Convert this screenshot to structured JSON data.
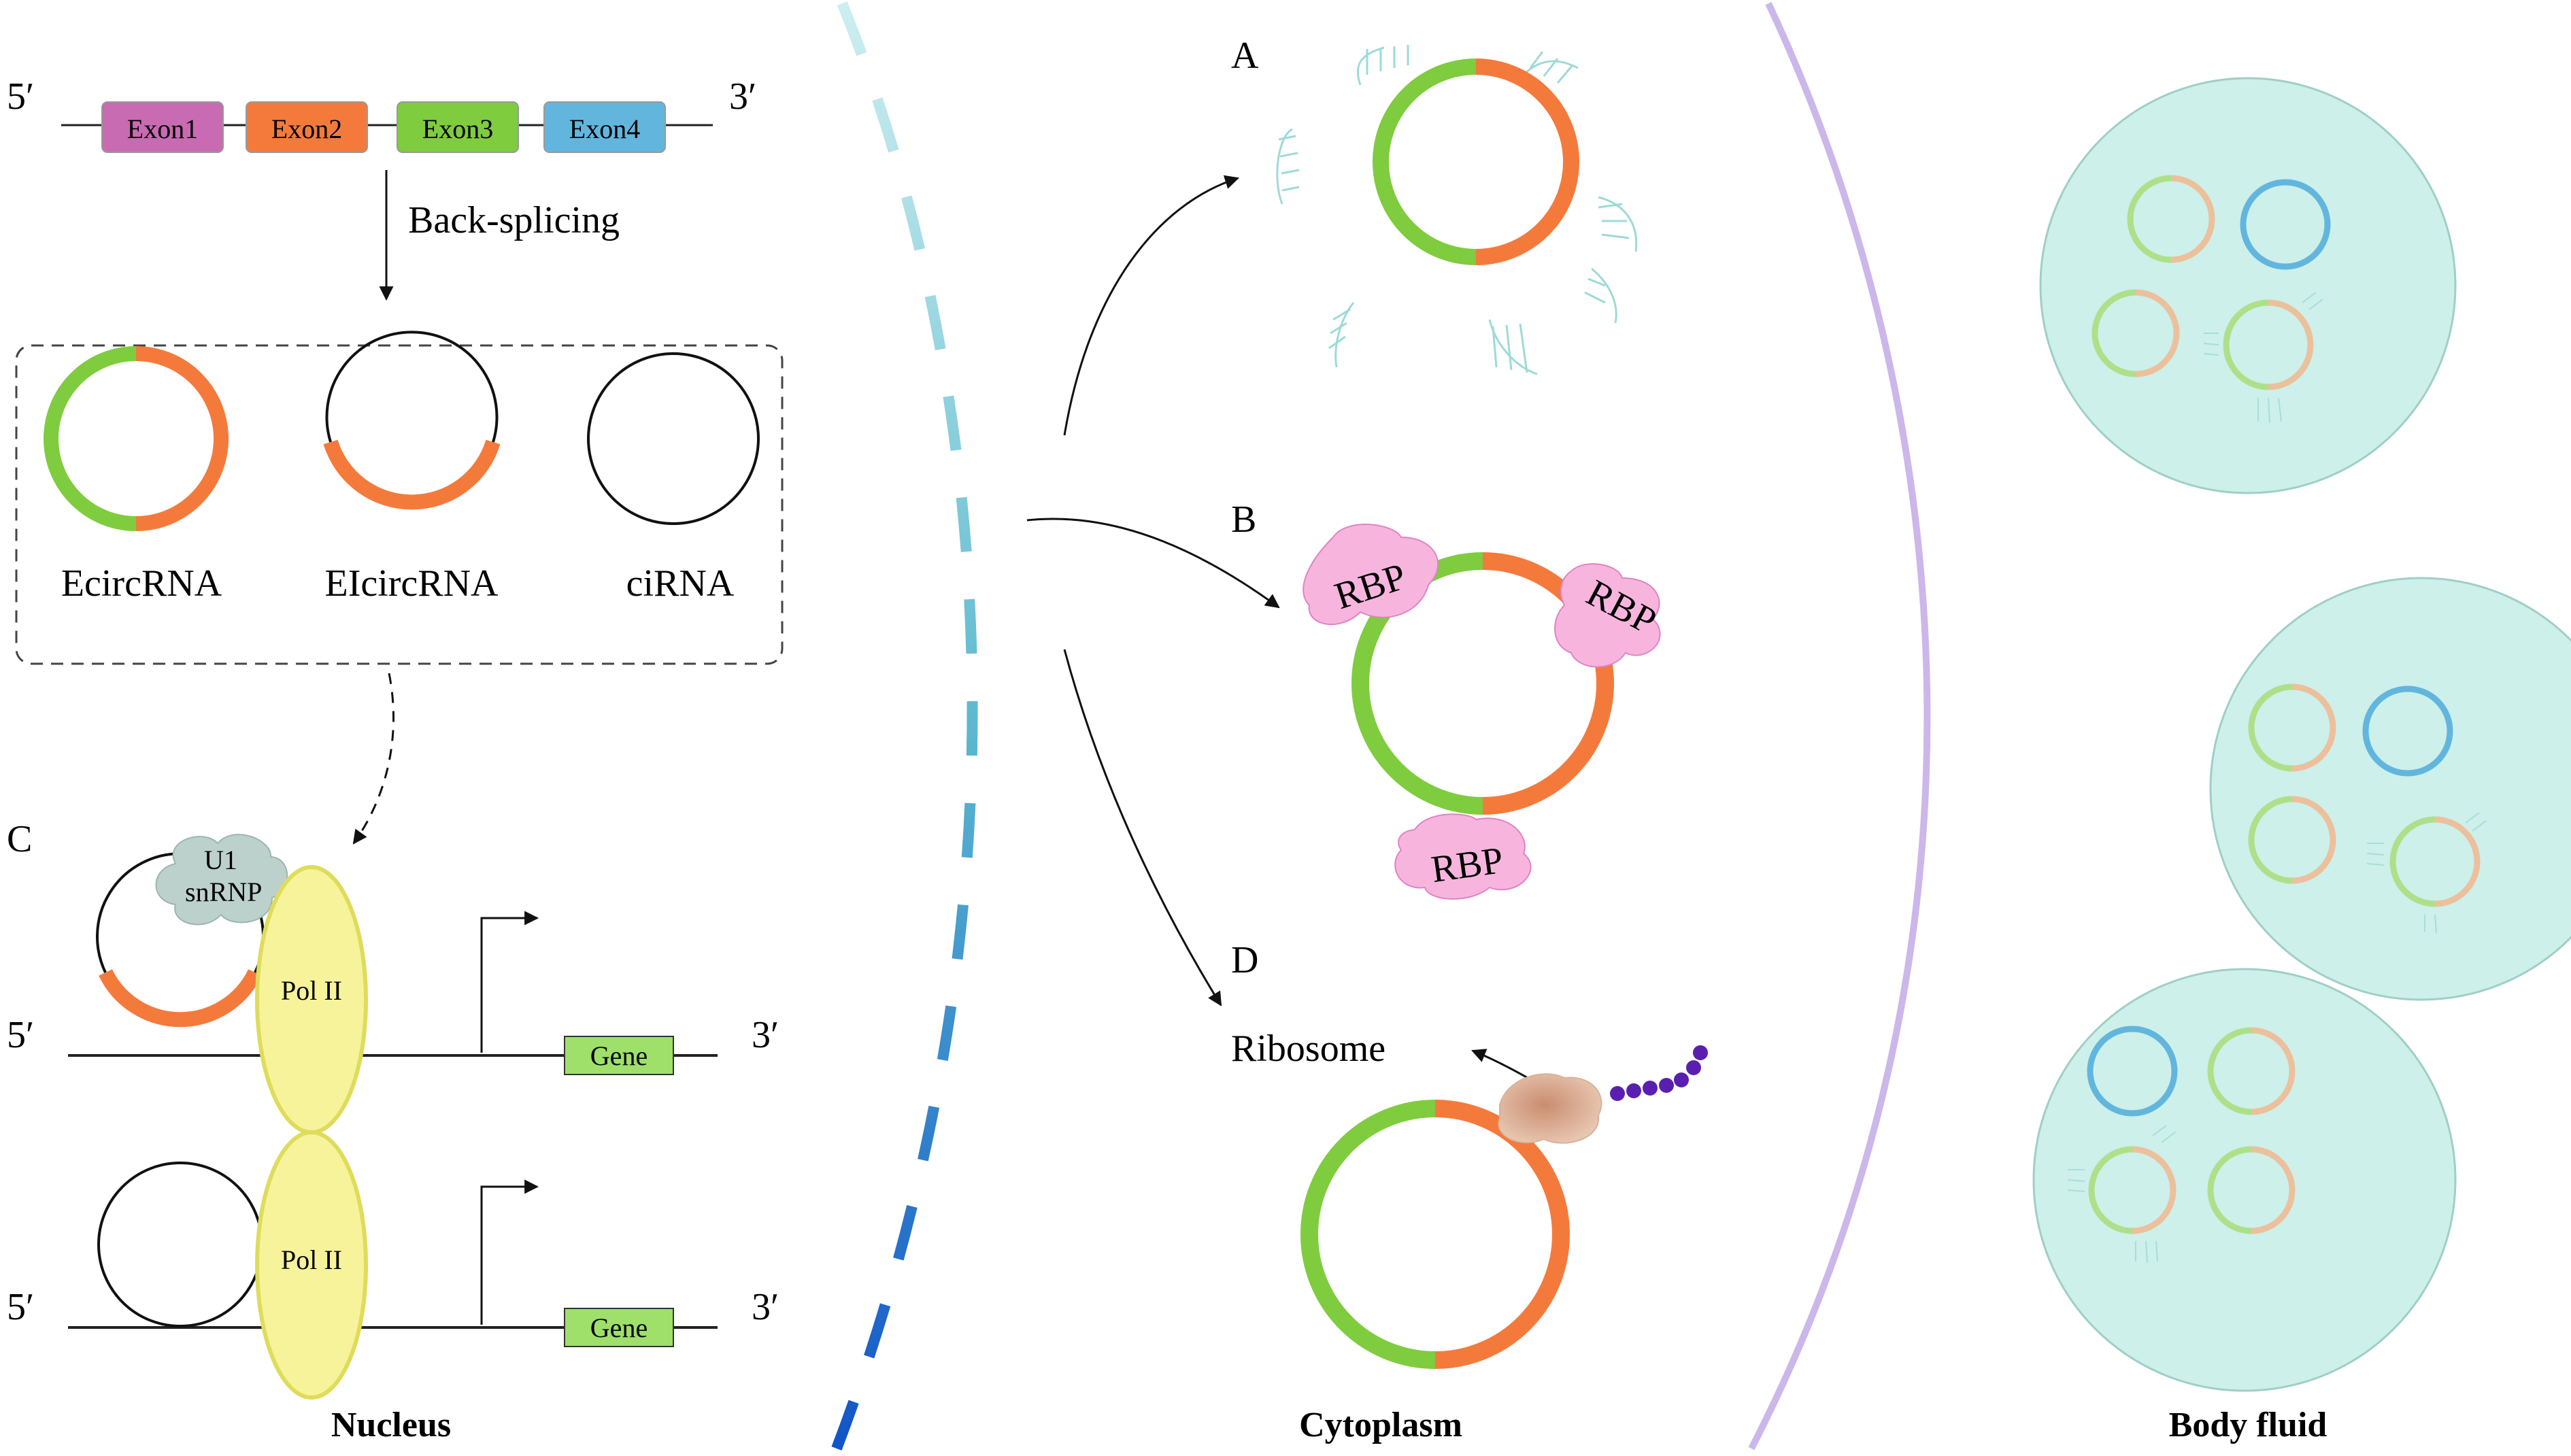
{
  "nucleus": {
    "region_label": "Nucleus",
    "gene_map": {
      "left_end": "5′",
      "right_end": "3′",
      "exons": [
        {
          "label": "Exon1",
          "color": "#c86bb2"
        },
        {
          "label": "Exon2",
          "color": "#f47a3c"
        },
        {
          "label": "Exon3",
          "color": "#7fcc3f"
        },
        {
          "label": "Exon4",
          "color": "#62b6de"
        }
      ],
      "process_label": "Back-splicing"
    },
    "circ_types": [
      "EcircRNA",
      "EIcircRNA",
      "ciRNA"
    ],
    "panel_c": {
      "letter": "C",
      "u1_line1": "U1",
      "u1_line2": "snRNP",
      "pol_label": "Pol II",
      "gene_label": "Gene",
      "left_end": "5′",
      "right_end": "3′"
    }
  },
  "cytoplasm": {
    "region_label": "Cytoplasm",
    "panel_a": "A",
    "panel_b": "B",
    "panel_d": "D",
    "rbp_label": "RBP",
    "ribosome_label": "Ribosome"
  },
  "body_fluid": {
    "region_label": "Body fluid"
  },
  "colors": {
    "green": "#7fcc3f",
    "orange": "#f47a3c",
    "blue_circ": "#62b6de",
    "rbp": "#f7b5de",
    "pol2": "#f6f39a",
    "vesicle": "#cdf0ea",
    "membrane": "#cbb7ea"
  }
}
